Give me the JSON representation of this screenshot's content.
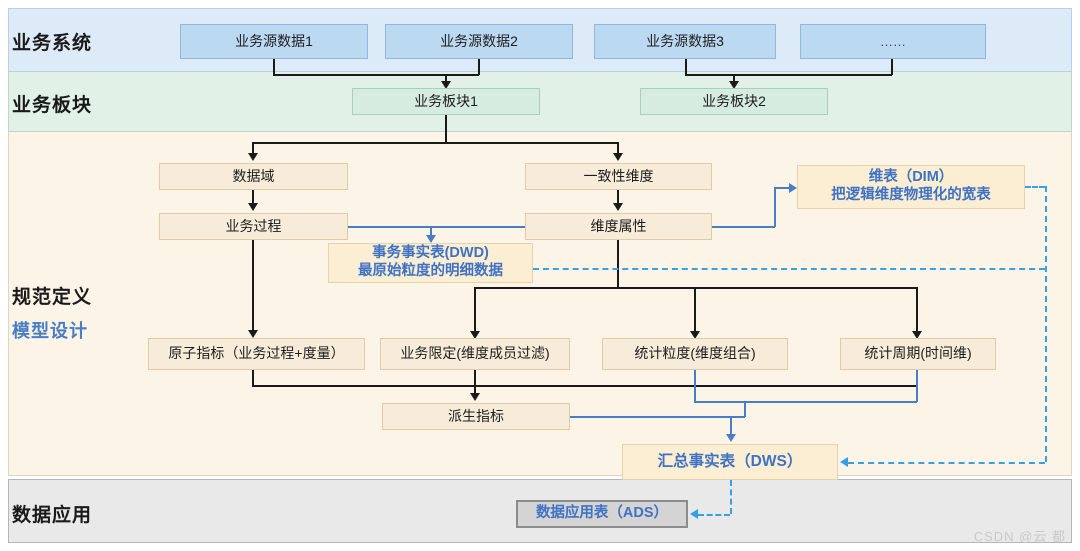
{
  "bands": [
    {
      "key": "system",
      "label": "业务系统"
    },
    {
      "key": "sector",
      "label": "业务板块"
    },
    {
      "key": "spec",
      "label": "规范定义",
      "sublabel": "模型设计"
    },
    {
      "key": "app",
      "label": "数据应用"
    }
  ],
  "source_nodes": [
    {
      "label": "业务源数据1"
    },
    {
      "label": "业务源数据2"
    },
    {
      "label": "业务源数据3"
    },
    {
      "label": "……"
    }
  ],
  "sector_nodes": [
    {
      "label": "业务板块1"
    },
    {
      "label": "业务板块2"
    }
  ],
  "spec_nodes": {
    "data_domain": "数据域",
    "business_process": "业务过程",
    "consistent_dimension": "一致性维度",
    "dimension_attribute": "维度属性",
    "atomic_metric": "原子指标（业务过程+度量）",
    "business_limit": "业务限定(维度成员过滤)",
    "stat_granularity": "统计粒度(维度组合)",
    "stat_period": "统计周期(时间维)",
    "derived_metric": "派生指标"
  },
  "model_nodes": {
    "dwd_line1": "事务事实表(DWD)",
    "dwd_line2": "最原始粒度的明细数据",
    "dim_line1": "维表（DIM）",
    "dim_line2": "把逻辑维度物理化的宽表",
    "dws": "汇总事实表（DWS）",
    "ads": "数据应用表（ADS）"
  },
  "colors": {
    "band_system": "#ddeaf7",
    "band_sector": "#e2f1e8",
    "band_spec": "#fdf4e8",
    "band_app": "#e9e9e9",
    "node_blue": "#bcd9f2",
    "node_green": "#d6ece0",
    "node_cream": "#f7ecd9",
    "node_grey": "#d4d4d4",
    "accent_blue": "#3f72c4",
    "dashed_cyan": "#36a2e2",
    "connector_black": "#1a1a1a"
  },
  "watermark": "CSDN @云 都"
}
